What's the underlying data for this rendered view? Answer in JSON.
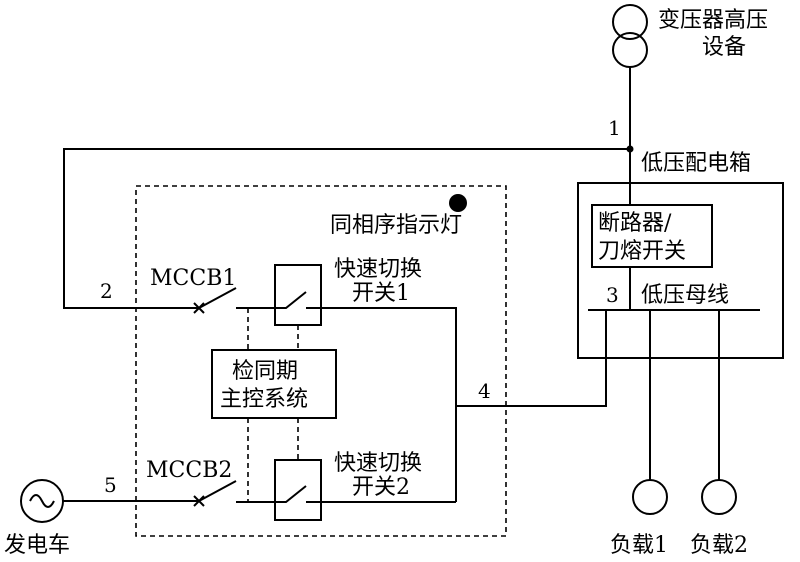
{
  "labels": {
    "transformer": [
      "变压器高压",
      "设备"
    ],
    "lv_cabinet": "低压配电箱",
    "breaker_box": [
      "断路器/",
      "刀熔开关"
    ],
    "lv_bus": "低压母线",
    "indicator": "同相序指示灯",
    "switch1": [
      "快速切换",
      "开关1"
    ],
    "switch2": [
      "快速切换",
      "开关2"
    ],
    "controller": [
      "检同期",
      "主控系统"
    ],
    "mccb1": "MCCB1",
    "mccb2": "MCCB2",
    "generator": "发电车",
    "load1": "负载1",
    "load2": "负载2"
  },
  "nodes": [
    "1",
    "2",
    "3",
    "4",
    "5"
  ]
}
